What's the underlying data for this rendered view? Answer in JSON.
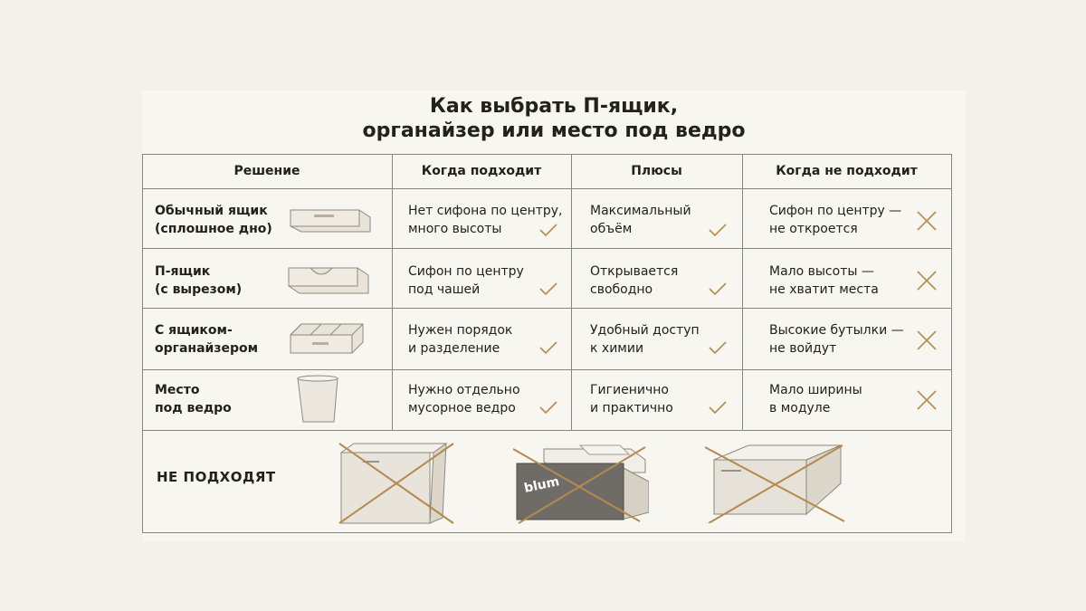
{
  "title": {
    "line1": "Как выбрать П-ящик,",
    "line2": "органайзер или место под ведро"
  },
  "headers": [
    "Решение",
    "Когда подходит",
    "Плюсы",
    "Когда не подходит"
  ],
  "rows": [
    {
      "label": [
        "Обычный ящик",
        "(сплошное дно)"
      ],
      "fits": [
        "Нет сифона по центру,",
        "много высоты"
      ],
      "pros": [
        "Максимальный",
        "объём"
      ],
      "cons": [
        "Сифон по центру —",
        "не откроется"
      ]
    },
    {
      "label": [
        "П-ящик",
        "(с вырезом)"
      ],
      "fits": [
        "Сифон по центру",
        "под чашей"
      ],
      "pros": [
        "Открывается",
        "свободно"
      ],
      "cons": [
        "Мало высоты —",
        "не хватит места"
      ]
    },
    {
      "label": [
        "С ящиком-",
        "органайзером"
      ],
      "fits": [
        "Нужен порядок",
        "и разделение"
      ],
      "pros": [
        "Удобный доступ",
        "к химии"
      ],
      "cons": [
        "Высокие бутылки —",
        "не войдут"
      ]
    },
    {
      "label": [
        "Место",
        "под ведро"
      ],
      "fits": [
        "Нужно отдельно",
        "мусорное ведро"
      ],
      "pros": [
        "Гигиенично",
        "и практично"
      ],
      "cons": [
        "Мало ширины",
        "в модуле"
      ]
    }
  ],
  "not_suitable": {
    "label": "НЕ ПОДХОДЯТ",
    "brand": "blum"
  },
  "colors": {
    "accent": "#b48a4e",
    "grid": "#8a857c",
    "background": "#f8f6f1"
  },
  "icons": {
    "fit_mark": "check-icon",
    "misfit_mark": "cross-icon"
  }
}
